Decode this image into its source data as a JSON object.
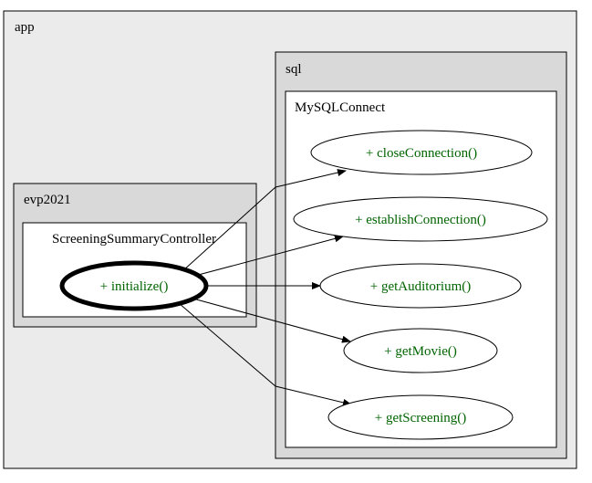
{
  "colors": {
    "outer_fill": "#ebebeb",
    "package_fill": "#d9d9d9",
    "class_fill": "#ffffff",
    "border": "#000000",
    "method_text": "#006400",
    "label_text": "#000000"
  },
  "clusters": {
    "app": {
      "label": "app"
    },
    "sql": {
      "label": "sql"
    },
    "mysql_connect": {
      "label": "MySQLConnect"
    },
    "evp2021": {
      "label": "evp2021"
    },
    "screening_summary_controller": {
      "label": "ScreeningSummaryController"
    }
  },
  "nodes": {
    "initialize": {
      "label": "+ initialize()",
      "emphasized": true
    },
    "close_connection": {
      "label": "+ closeConnection()"
    },
    "establish_connection": {
      "label": "+ establishConnection()"
    },
    "get_auditorium": {
      "label": "+ getAuditorium()"
    },
    "get_movie": {
      "label": "+ getMovie()"
    },
    "get_screening": {
      "label": "+ getScreening()"
    }
  },
  "edges": [
    {
      "from": "initialize",
      "to": "close_connection"
    },
    {
      "from": "initialize",
      "to": "establish_connection"
    },
    {
      "from": "initialize",
      "to": "get_auditorium"
    },
    {
      "from": "initialize",
      "to": "get_movie"
    },
    {
      "from": "initialize",
      "to": "get_screening"
    }
  ]
}
